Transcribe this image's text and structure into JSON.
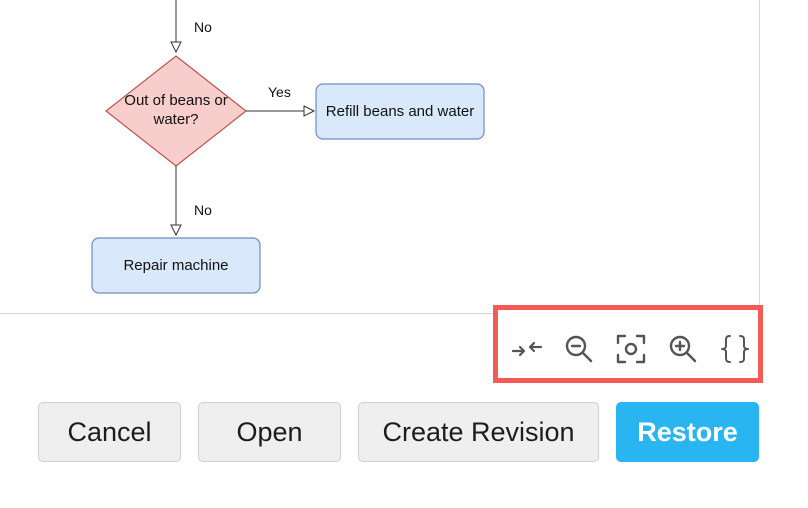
{
  "diagram": {
    "nodes": {
      "decision": "Out of beans or water?",
      "refill": "Refill beans and water",
      "repair": "Repair machine"
    },
    "edges": {
      "top_no": "No",
      "yes": "Yes",
      "bottom_no": "No"
    },
    "colors": {
      "decision_fill": "#f8cecc",
      "decision_stroke": "#b85450",
      "process_fill": "#dae8fc",
      "process_stroke": "#6c8ebf"
    }
  },
  "toolbar": {
    "highlight_color": "#f25c54",
    "icons": [
      "collapse-icon",
      "zoom-out-icon",
      "fit-icon",
      "zoom-in-icon",
      "braces-icon"
    ]
  },
  "buttons": {
    "cancel": "Cancel",
    "open": "Open",
    "create_revision": "Create Revision",
    "restore": "Restore",
    "primary_color": "#29b6f0"
  }
}
